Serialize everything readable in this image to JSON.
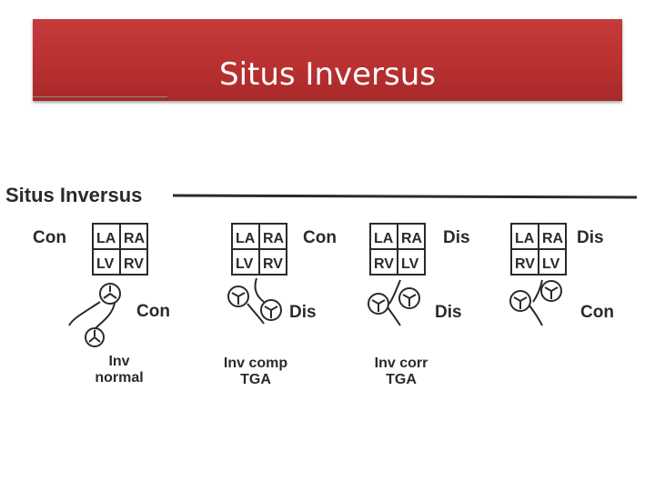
{
  "slide": {
    "title": "Situs Inversus"
  },
  "figure": {
    "heading": "Situs Inversus",
    "panels": [
      {
        "atria": [
          "LA",
          "RA"
        ],
        "ventricles": [
          "LV",
          "RV"
        ],
        "av_connection": "Con",
        "va_connection": "Con",
        "caption_line1": "Inv",
        "caption_line2": "normal"
      },
      {
        "atria": [
          "LA",
          "RA"
        ],
        "ventricles": [
          "LV",
          "RV"
        ],
        "av_connection": "Con",
        "va_connection": "Dis",
        "caption_line1": "Inv comp",
        "caption_line2": "TGA"
      },
      {
        "atria": [
          "LA",
          "RA"
        ],
        "ventricles": [
          "RV",
          "LV"
        ],
        "av_connection": "Dis",
        "va_connection": "Dis",
        "caption_line1": "Inv corr",
        "caption_line2": "TGA"
      },
      {
        "atria": [
          "LA",
          "RA"
        ],
        "ventricles": [
          "RV",
          "LV"
        ],
        "av_connection": "Dis",
        "va_connection": "Con",
        "caption_line1": "",
        "caption_line2": ""
      }
    ]
  }
}
